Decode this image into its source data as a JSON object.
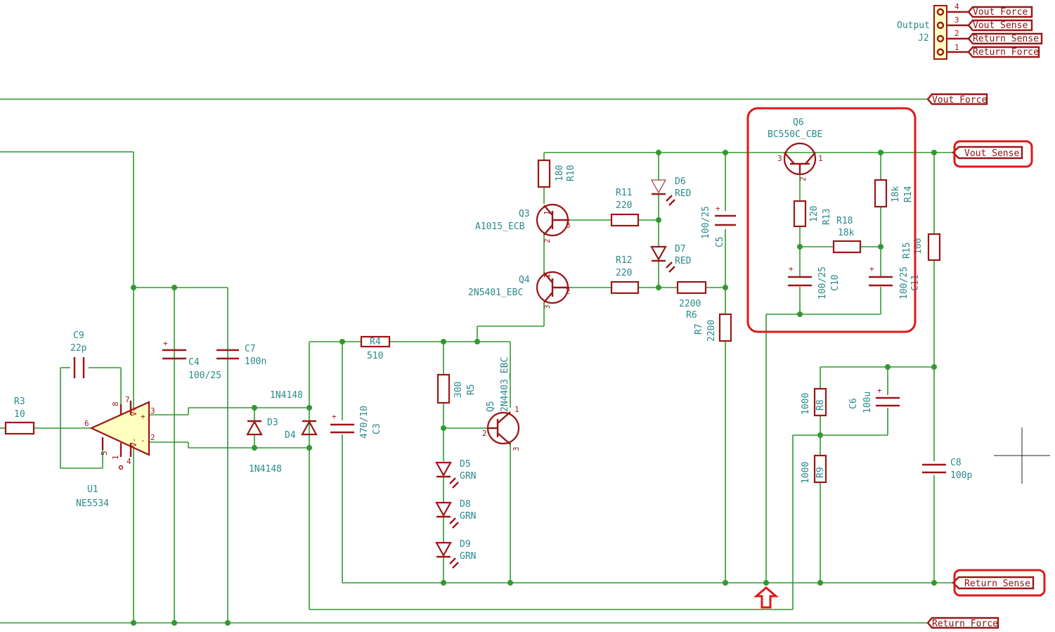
{
  "connector": {
    "label_output": "Output",
    "label_ref": "J2",
    "pins": [
      "4",
      "3",
      "2",
      "1"
    ],
    "nets": [
      "Vout_Force",
      "Vout_Sense",
      "Return_Sense",
      "Return_Force"
    ]
  },
  "nets": {
    "vout_force": "Vout_Force",
    "vout_sense": "Vout_Sense",
    "return_sense": "Return_Sense",
    "return_force": "Return_Force"
  },
  "components": {
    "q6": {
      "ref": "Q6",
      "value": "BC550C_CBE"
    },
    "q3": {
      "ref": "Q3",
      "value": "A1015_ECB"
    },
    "q4": {
      "ref": "Q4",
      "value": "2N5401_EBC"
    },
    "q5": {
      "ref": "Q5",
      "value": "2N4403_EBC"
    },
    "r10": {
      "ref": "R10",
      "value": "180"
    },
    "r11": {
      "ref": "R11",
      "value": "220"
    },
    "r12": {
      "ref": "R12",
      "value": "220"
    },
    "r6": {
      "ref": "R6",
      "value": "2200"
    },
    "r7": {
      "ref": "R7",
      "value": "2200"
    },
    "r13": {
      "ref": "R13",
      "value": "120"
    },
    "r14": {
      "ref": "R14",
      "value": "18k"
    },
    "r18": {
      "ref": "R18",
      "value": "18k"
    },
    "r15": {
      "ref": "R15",
      "value": "100"
    },
    "r4": {
      "ref": "R4",
      "value": "510"
    },
    "r5": {
      "ref": "R5",
      "value": "300"
    },
    "r3": {
      "ref": "R3",
      "value": "10"
    },
    "r8": {
      "ref": "R8",
      "value": "1000"
    },
    "r9": {
      "ref": "R9",
      "value": "1000"
    },
    "c5": {
      "ref": "C5",
      "value": "100/25"
    },
    "c10": {
      "ref": "C10",
      "value": "100/25"
    },
    "c11": {
      "ref": "C11",
      "value": "100/25"
    },
    "c4": {
      "ref": "C4",
      "value": "100/25"
    },
    "c7": {
      "ref": "C7",
      "value": "100n"
    },
    "c3": {
      "ref": "C3",
      "value": "470/10"
    },
    "c9": {
      "ref": "C9",
      "value": "22p"
    },
    "c6": {
      "ref": "C6",
      "value": "100u"
    },
    "c8": {
      "ref": "C8",
      "value": "100p"
    },
    "d6": {
      "ref": "D6",
      "value": "RED"
    },
    "d7": {
      "ref": "D7",
      "value": "RED"
    },
    "d5": {
      "ref": "D5",
      "value": "GRN"
    },
    "d8": {
      "ref": "D8",
      "value": "GRN"
    },
    "d9": {
      "ref": "D9",
      "value": "GRN"
    },
    "d3": {
      "ref": "D3",
      "value": "1N4148"
    },
    "d4": {
      "ref": "D4",
      "value": "1N4148"
    },
    "u1": {
      "ref": "U1",
      "value": "NE5534"
    }
  },
  "opamp_pins": [
    "8",
    "7",
    "6",
    "5",
    "4",
    "3",
    "2",
    "1"
  ],
  "opamp_pin_names": [
    "V+",
    "V-",
    "+",
    "-"
  ],
  "transistor_pins": [
    "1",
    "2",
    "3"
  ],
  "colors": {
    "wire": "#2f9a2f",
    "part": "#9a1616",
    "text": "#2a8a8a",
    "highlight": "#e01818",
    "opamp_fill": "#ffffc0"
  }
}
